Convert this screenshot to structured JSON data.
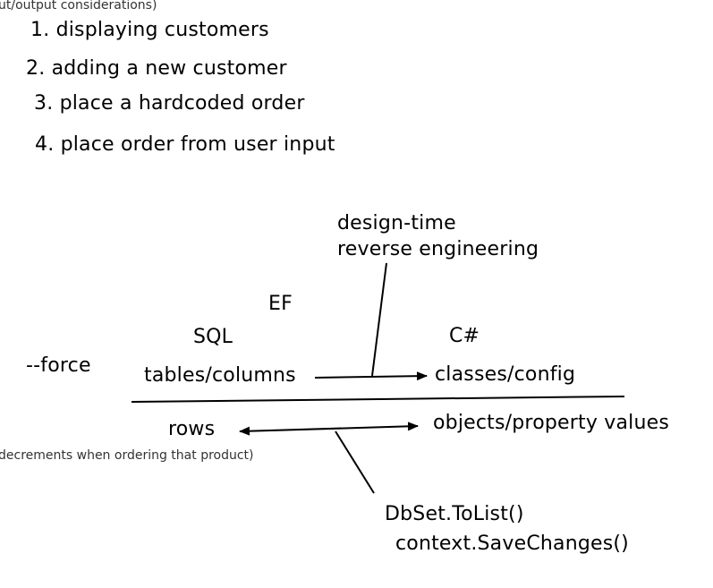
{
  "fragments": {
    "top_cut": "ut/output considerations)",
    "mid_cut": "decrements when ordering that product)"
  },
  "list": {
    "item1": "1. displaying customers",
    "item2": "2. adding a new customer",
    "item3": "3. place a hardcoded order",
    "item4": "4. place order from user input"
  },
  "diagram": {
    "design_time": "design-time",
    "reverse_engineering": "reverse engineering",
    "ef": "EF",
    "sql": "SQL",
    "csharp": "C#",
    "force": "--force",
    "tables_columns": "tables/columns",
    "classes_config": "classes/config",
    "rows": "rows",
    "objects_property_values": "objects/property values",
    "dbset_tolist": "DbSet.ToList()",
    "save_changes": "context.SaveChanges()"
  },
  "colors": {
    "ink": "#000000",
    "background": "#ffffff",
    "faded_note": "#333333"
  }
}
